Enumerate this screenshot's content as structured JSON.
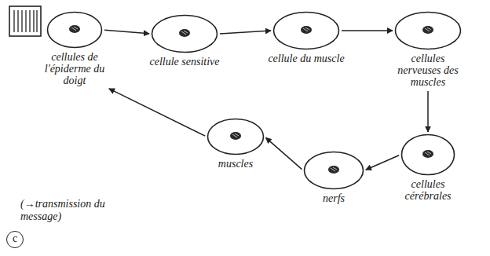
{
  "diagram": {
    "nodes": [
      {
        "text": [
          "cellules de l'épiderme du doigt"
        ]
      },
      {
        "text": [
          "cellule sensitive"
        ]
      },
      {
        "text": [
          "cellule du muscle"
        ]
      },
      {
        "text": [
          "cellules nerveuses des muscles"
        ]
      },
      {
        "text": [
          "cellules cérébrales"
        ]
      },
      {
        "text": [
          "nerfs"
        ]
      },
      {
        "text": [
          "muscles"
        ]
      }
    ],
    "edges": [
      {
        "from": 0,
        "to": 1,
        "arrow": "to"
      },
      {
        "from": 1,
        "to": 2,
        "arrow": "to"
      },
      {
        "from": 2,
        "to": 3,
        "arrow": "to"
      },
      {
        "from": 3,
        "to": 4,
        "arrow": "to"
      },
      {
        "from": 4,
        "to": 5,
        "arrow": "to"
      },
      {
        "from": 5,
        "to": 6,
        "arrow": "to"
      },
      {
        "from": 6,
        "to": 0,
        "arrow": "to"
      }
    ],
    "labels": [
      "(→transmission du message)",
      "c"
    ]
  }
}
